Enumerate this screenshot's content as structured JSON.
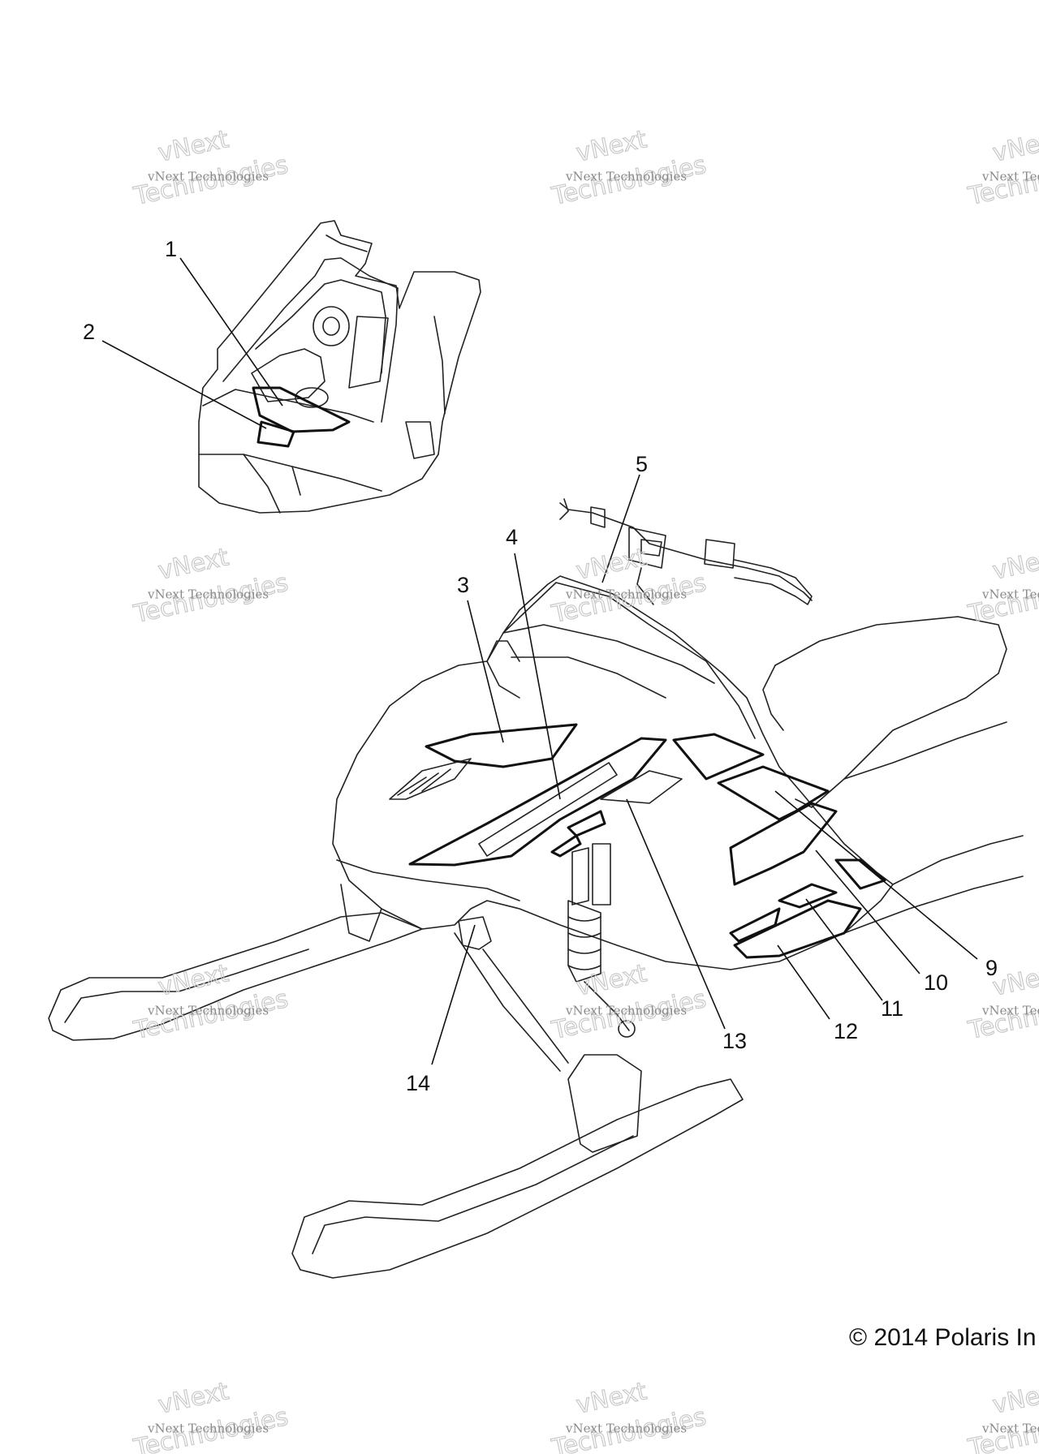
{
  "watermark": {
    "line1": "vNext",
    "line2": "vNext Technologies",
    "line3": "Technologies"
  },
  "callouts": [
    "1",
    "2",
    "3",
    "4",
    "5",
    "9",
    "10",
    "11",
    "12",
    "13",
    "14"
  ],
  "copyright": "© 2014 Polaris In"
}
